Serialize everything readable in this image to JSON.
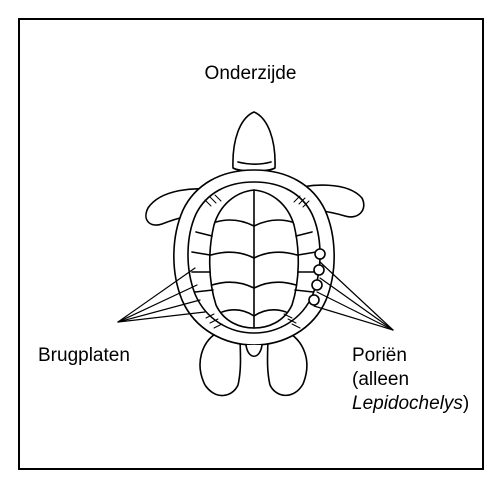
{
  "diagram": {
    "title": "Onderzijde",
    "left_label": "Brugplaten",
    "right_label": {
      "line1": "Poriën",
      "line2": "(alleen",
      "line3_italic": "Lepidochelys",
      "line3_suffix": ")"
    }
  },
  "illustration": {
    "subject": "turtle-underside-plastron",
    "stroke_color": "#000000",
    "fill_color": "#ffffff"
  }
}
